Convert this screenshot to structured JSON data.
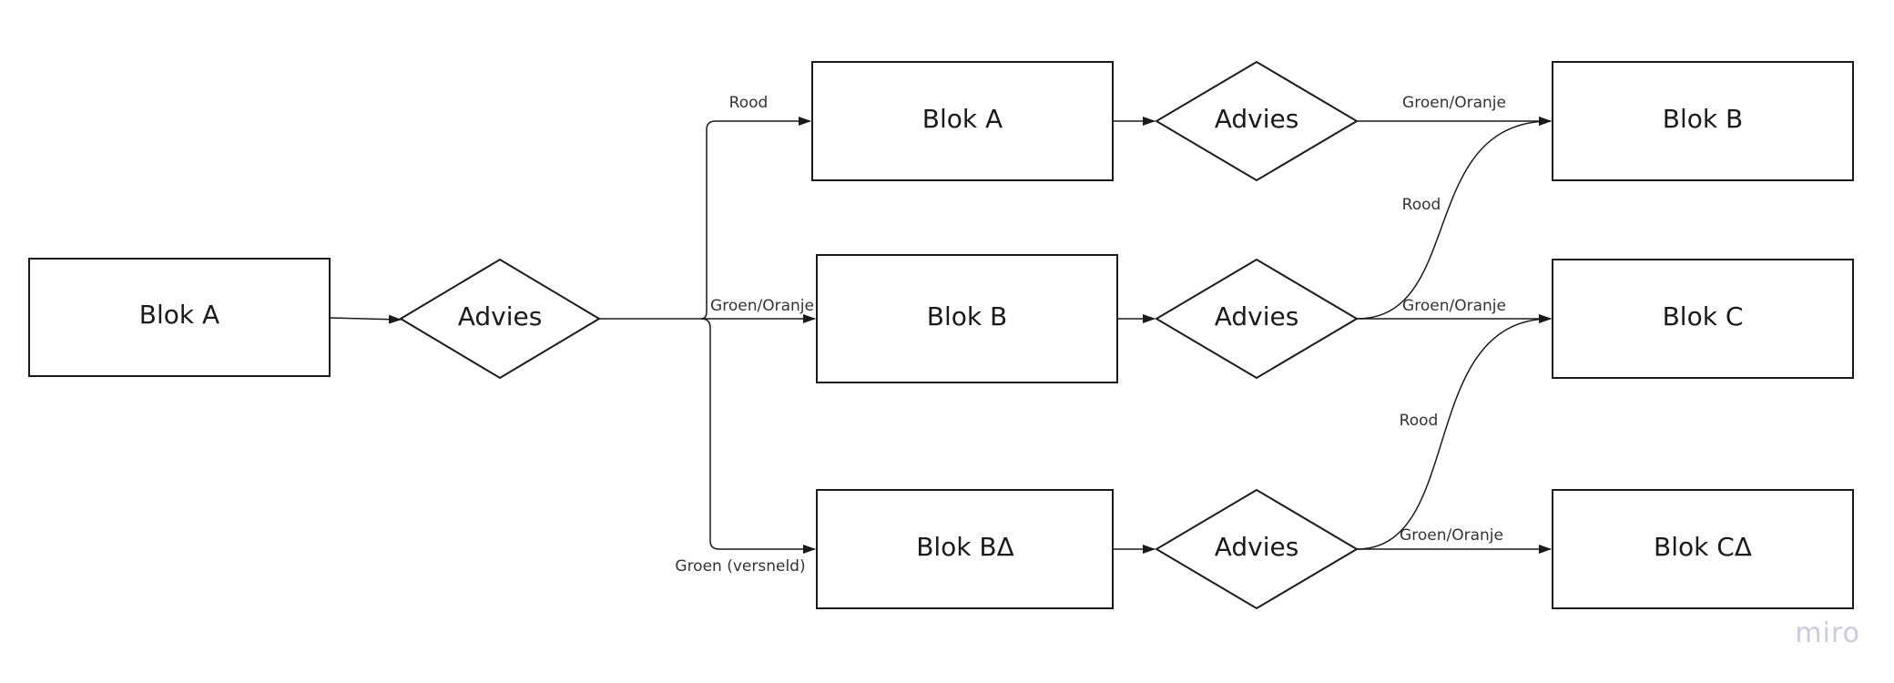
{
  "diagram": {
    "nodes": {
      "start_block": "Blok A",
      "start_advies": "Advies",
      "top_block": "Blok A",
      "top_advies": "Advies",
      "top_target": "Blok B",
      "mid_block": "Blok B",
      "mid_advies": "Advies",
      "mid_target": "Blok C",
      "bot_block": "Blok BΔ",
      "bot_advies": "Advies",
      "bot_target": "Blok CΔ"
    },
    "edges": {
      "rood_top": "Rood",
      "groen_oranje_mid": "Groen/Oranje",
      "groen_versneld": "Groen (versneld)",
      "top_groen_oranje": "Groen/Oranje",
      "mid_rood": "Rood",
      "mid_groen_oranje": "Groen/Oranje",
      "bot_rood": "Rood",
      "bot_groen_oranje": "Groen/Oranje"
    },
    "watermark": "miro"
  },
  "colors": {
    "stroke": "#1a1a1a",
    "watermark": "#c9cbe0"
  }
}
